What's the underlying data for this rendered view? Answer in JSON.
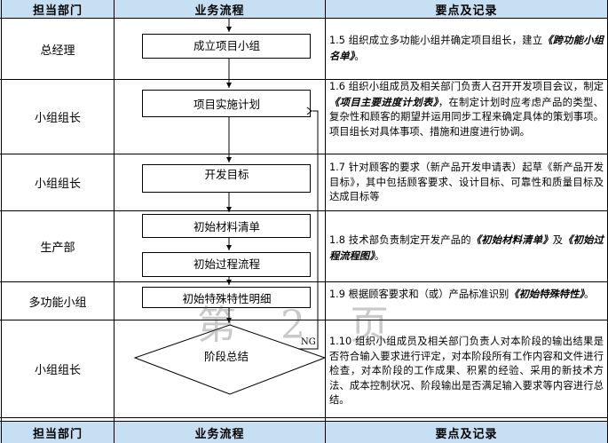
{
  "header": {
    "dept": "担当部门",
    "flow": "业务流程",
    "notes": "要点及记录"
  },
  "footer": {
    "dept": "担当部门",
    "flow": "业务流程",
    "notes": "要点及记录"
  },
  "rows": [
    {
      "dept": "总经理",
      "step": "成立项目小组",
      "note_pre": "1.5 组织成立多功能小组并确定项目组长，建立",
      "note_em": "《跨功能小组名单》",
      "note_post": "。"
    },
    {
      "dept": "小组组长",
      "step": "项目实施计划",
      "note_pre": "1.6 组织小组成员及相关部门负责人召开开发项目会议，制定",
      "note_em": "《项目主要进度计划表》",
      "note_post": "，在制定计划时应考虑产品的类型、复杂性和顾客的期望并运用同步工程来确定具体的策划事项。项目组长对具体事项、措施和进度进行协调。"
    },
    {
      "dept": "小组组长",
      "step": "开发目标",
      "note_pre": "1.7 针对顾客的要求（新产品开发申请表）起草《新产品开发目标》，其中包括顾客要求、设计目标、可靠性和质量目标及达成目标等",
      "note_em": "",
      "note_post": ""
    },
    {
      "dept": "生产部",
      "step": "初始材料清单",
      "step2": "初始过程流程",
      "note_pre": "1.8 技术部负责制定开发产品的",
      "note_em": "《初始材料清单》",
      "note_mid": "及",
      "note_em2": "《初始过程流程图》",
      "note_post": "。"
    },
    {
      "dept": "多功能小组",
      "step": "初始特殊特性明细",
      "note_pre": "1.9 根据顾客要求和（或）产品标准识别",
      "note_em": "《初始特殊特性》",
      "note_post": "。"
    },
    {
      "dept": "小组组长",
      "step": "阶段总结",
      "note_pre": "1.10  组织小组成员及相关部门负责人对本阶段的输出结果是否符合输入要求进行评定，对本阶段所有工作内容和文件进行检查，对本阶段的工作成果、积累的经验、采用的新技术方法、成本控制状况、阶段输出是否满足输入要求等内容进行总结。",
      "note_em": "",
      "note_post": ""
    }
  ],
  "ng_label": "NG",
  "watermark": "第 2 页",
  "colors": {
    "header_bg": "#c7dff3",
    "grid": "#000000"
  }
}
